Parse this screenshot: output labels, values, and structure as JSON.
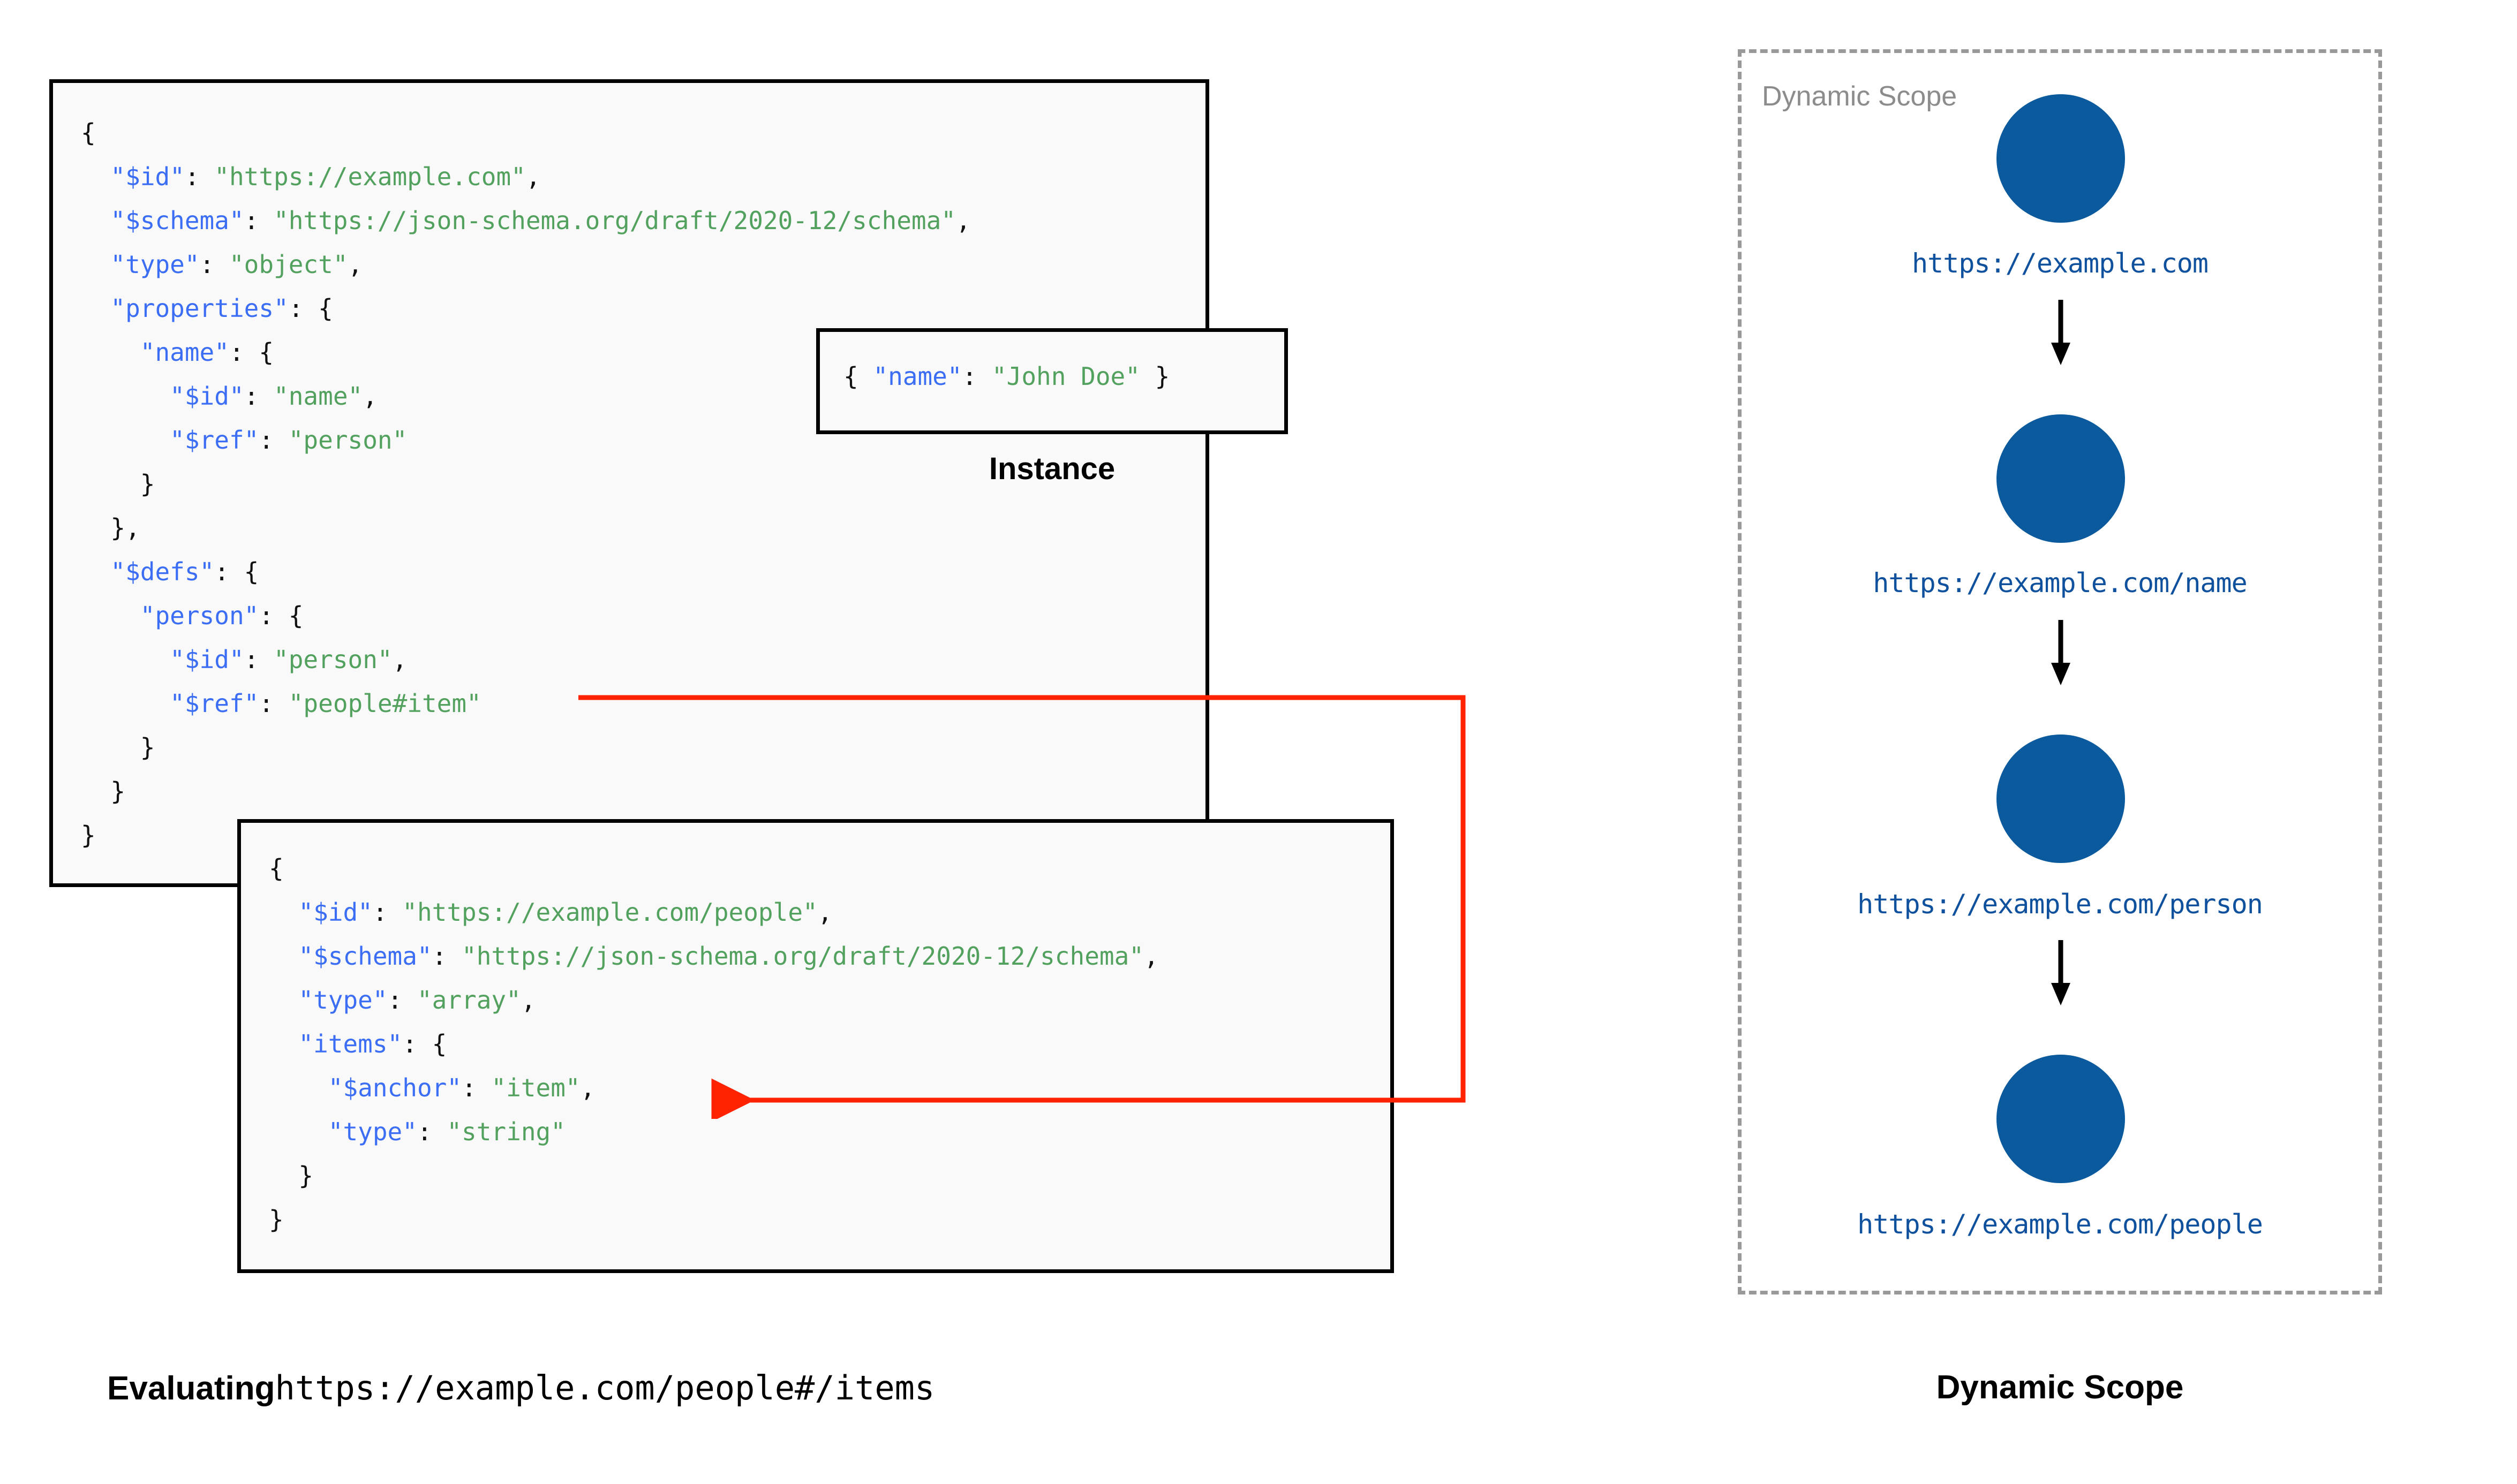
{
  "schema_root": {
    "lines": [
      {
        "indent": 0,
        "tokens": [
          {
            "t": "{",
            "c": "p"
          }
        ]
      },
      {
        "indent": 1,
        "tokens": [
          {
            "t": "\"$id\"",
            "c": "k"
          },
          {
            "t": ": ",
            "c": "p"
          },
          {
            "t": "\"https://example.com\"",
            "c": "s"
          },
          {
            "t": ",",
            "c": "p"
          }
        ]
      },
      {
        "indent": 1,
        "tokens": [
          {
            "t": "\"$schema\"",
            "c": "k"
          },
          {
            "t": ": ",
            "c": "p"
          },
          {
            "t": "\"https://json-schema.org/draft/2020-12/schema\"",
            "c": "s"
          },
          {
            "t": ",",
            "c": "p"
          }
        ]
      },
      {
        "indent": 1,
        "tokens": [
          {
            "t": "\"type\"",
            "c": "k"
          },
          {
            "t": ": ",
            "c": "p"
          },
          {
            "t": "\"object\"",
            "c": "s"
          },
          {
            "t": ",",
            "c": "p"
          }
        ]
      },
      {
        "indent": 1,
        "tokens": [
          {
            "t": "\"properties\"",
            "c": "k"
          },
          {
            "t": ": {",
            "c": "p"
          }
        ]
      },
      {
        "indent": 2,
        "tokens": [
          {
            "t": "\"name\"",
            "c": "k"
          },
          {
            "t": ": {",
            "c": "p"
          }
        ]
      },
      {
        "indent": 3,
        "tokens": [
          {
            "t": "\"$id\"",
            "c": "k"
          },
          {
            "t": ": ",
            "c": "p"
          },
          {
            "t": "\"name\"",
            "c": "s"
          },
          {
            "t": ",",
            "c": "p"
          }
        ]
      },
      {
        "indent": 3,
        "tokens": [
          {
            "t": "\"$ref\"",
            "c": "k"
          },
          {
            "t": ": ",
            "c": "p"
          },
          {
            "t": "\"person\"",
            "c": "s"
          }
        ]
      },
      {
        "indent": 2,
        "tokens": [
          {
            "t": "}",
            "c": "p"
          }
        ]
      },
      {
        "indent": 1,
        "tokens": [
          {
            "t": "},",
            "c": "p"
          }
        ]
      },
      {
        "indent": 1,
        "tokens": [
          {
            "t": "\"$defs\"",
            "c": "k"
          },
          {
            "t": ": {",
            "c": "p"
          }
        ]
      },
      {
        "indent": 2,
        "tokens": [
          {
            "t": "\"person\"",
            "c": "k"
          },
          {
            "t": ": {",
            "c": "p"
          }
        ]
      },
      {
        "indent": 3,
        "tokens": [
          {
            "t": "\"$id\"",
            "c": "k"
          },
          {
            "t": ": ",
            "c": "p"
          },
          {
            "t": "\"person\"",
            "c": "s"
          },
          {
            "t": ",",
            "c": "p"
          }
        ]
      },
      {
        "indent": 3,
        "tokens": [
          {
            "t": "\"$ref\"",
            "c": "k"
          },
          {
            "t": ": ",
            "c": "p"
          },
          {
            "t": "\"people#item\"",
            "c": "s"
          }
        ]
      },
      {
        "indent": 2,
        "tokens": [
          {
            "t": "}",
            "c": "p"
          }
        ]
      },
      {
        "indent": 1,
        "tokens": [
          {
            "t": "}",
            "c": "p"
          }
        ]
      },
      {
        "indent": 0,
        "tokens": [
          {
            "t": "}",
            "c": "p"
          }
        ]
      }
    ]
  },
  "instance": {
    "caption": "Instance",
    "lines": [
      {
        "indent": 0,
        "tokens": [
          {
            "t": "{ ",
            "c": "p"
          },
          {
            "t": "\"name\"",
            "c": "k"
          },
          {
            "t": ": ",
            "c": "p"
          },
          {
            "t": "\"John Doe\"",
            "c": "s"
          },
          {
            "t": " }",
            "c": "p"
          }
        ]
      }
    ]
  },
  "schema_people": {
    "lines": [
      {
        "indent": 0,
        "tokens": [
          {
            "t": "{",
            "c": "p"
          }
        ]
      },
      {
        "indent": 1,
        "tokens": [
          {
            "t": "\"$id\"",
            "c": "k"
          },
          {
            "t": ": ",
            "c": "p"
          },
          {
            "t": "\"https://example.com/people\"",
            "c": "s"
          },
          {
            "t": ",",
            "c": "p"
          }
        ]
      },
      {
        "indent": 1,
        "tokens": [
          {
            "t": "\"$schema\"",
            "c": "k"
          },
          {
            "t": ": ",
            "c": "p"
          },
          {
            "t": "\"https://json-schema.org/draft/2020-12/schema\"",
            "c": "s"
          },
          {
            "t": ",",
            "c": "p"
          }
        ]
      },
      {
        "indent": 1,
        "tokens": [
          {
            "t": "\"type\"",
            "c": "k"
          },
          {
            "t": ": ",
            "c": "p"
          },
          {
            "t": "\"array\"",
            "c": "s"
          },
          {
            "t": ",",
            "c": "p"
          }
        ]
      },
      {
        "indent": 1,
        "tokens": [
          {
            "t": "\"items\"",
            "c": "k"
          },
          {
            "t": ": {",
            "c": "p"
          }
        ]
      },
      {
        "indent": 2,
        "tokens": [
          {
            "t": "\"$anchor\"",
            "c": "k"
          },
          {
            "t": ": ",
            "c": "p"
          },
          {
            "t": "\"item\"",
            "c": "s"
          },
          {
            "t": ",",
            "c": "p"
          }
        ]
      },
      {
        "indent": 2,
        "tokens": [
          {
            "t": "\"type\"",
            "c": "k"
          },
          {
            "t": ": ",
            "c": "p"
          },
          {
            "t": "\"string\"",
            "c": "s"
          }
        ]
      },
      {
        "indent": 1,
        "tokens": [
          {
            "t": "}",
            "c": "p"
          }
        ]
      },
      {
        "indent": 0,
        "tokens": [
          {
            "t": "}",
            "c": "p"
          }
        ]
      }
    ]
  },
  "dynamic_scope": {
    "inline_label": "Dynamic Scope",
    "caption": "Dynamic Scope",
    "node_color": "#0b5a9d",
    "label_color": "#10519e",
    "border_color": "#999999",
    "nodes": [
      {
        "label": "https://example.com"
      },
      {
        "label": "https://example.com/name"
      },
      {
        "label": "https://example.com/person"
      },
      {
        "label": "https://example.com/people"
      }
    ]
  },
  "ref_connector": {
    "color": "#ff2200",
    "from": "\"$ref\": \"people#item\"",
    "to": "\"$anchor\": \"item\""
  },
  "captions": {
    "left_bold": "Evaluating",
    "left_mono": "https://example.com/people#/items"
  }
}
